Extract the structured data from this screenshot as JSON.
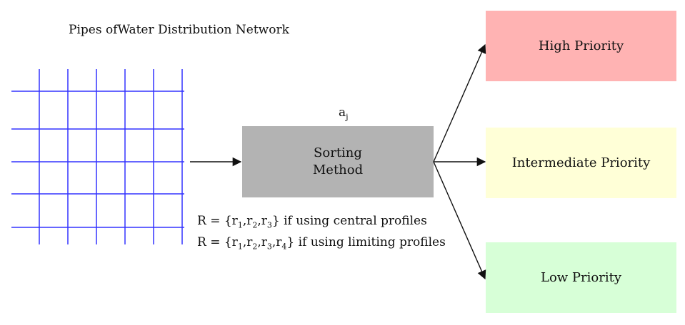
{
  "diagram": {
    "title": "Pipes ofWater Distribution Network",
    "grid": {
      "vertical_lines": 6,
      "horizontal_lines": 5,
      "line_color": "#3333ff"
    },
    "sorting": {
      "line1": "Sorting",
      "line2": "Method",
      "color": "#b3b3b3"
    },
    "input_label": {
      "base": "a",
      "subscript": "j"
    },
    "reference_sets": [
      {
        "prefix": "R = {",
        "items": [
          "r",
          "1",
          ",r",
          "2",
          ",r",
          "3"
        ],
        "suffix": "} if using central profiles"
      },
      {
        "prefix": "R = {",
        "items": [
          "r",
          "1",
          ",r",
          "2",
          ",r",
          "3",
          ",r",
          "4"
        ],
        "suffix": "} if using limiting profiles"
      }
    ],
    "categories": [
      {
        "label": "High Priority",
        "color": "#ffb3b3"
      },
      {
        "label": "Intermediate Priority",
        "color": "#ffffd7"
      },
      {
        "label": "Low Priority",
        "color": "#d7ffd7"
      }
    ]
  }
}
